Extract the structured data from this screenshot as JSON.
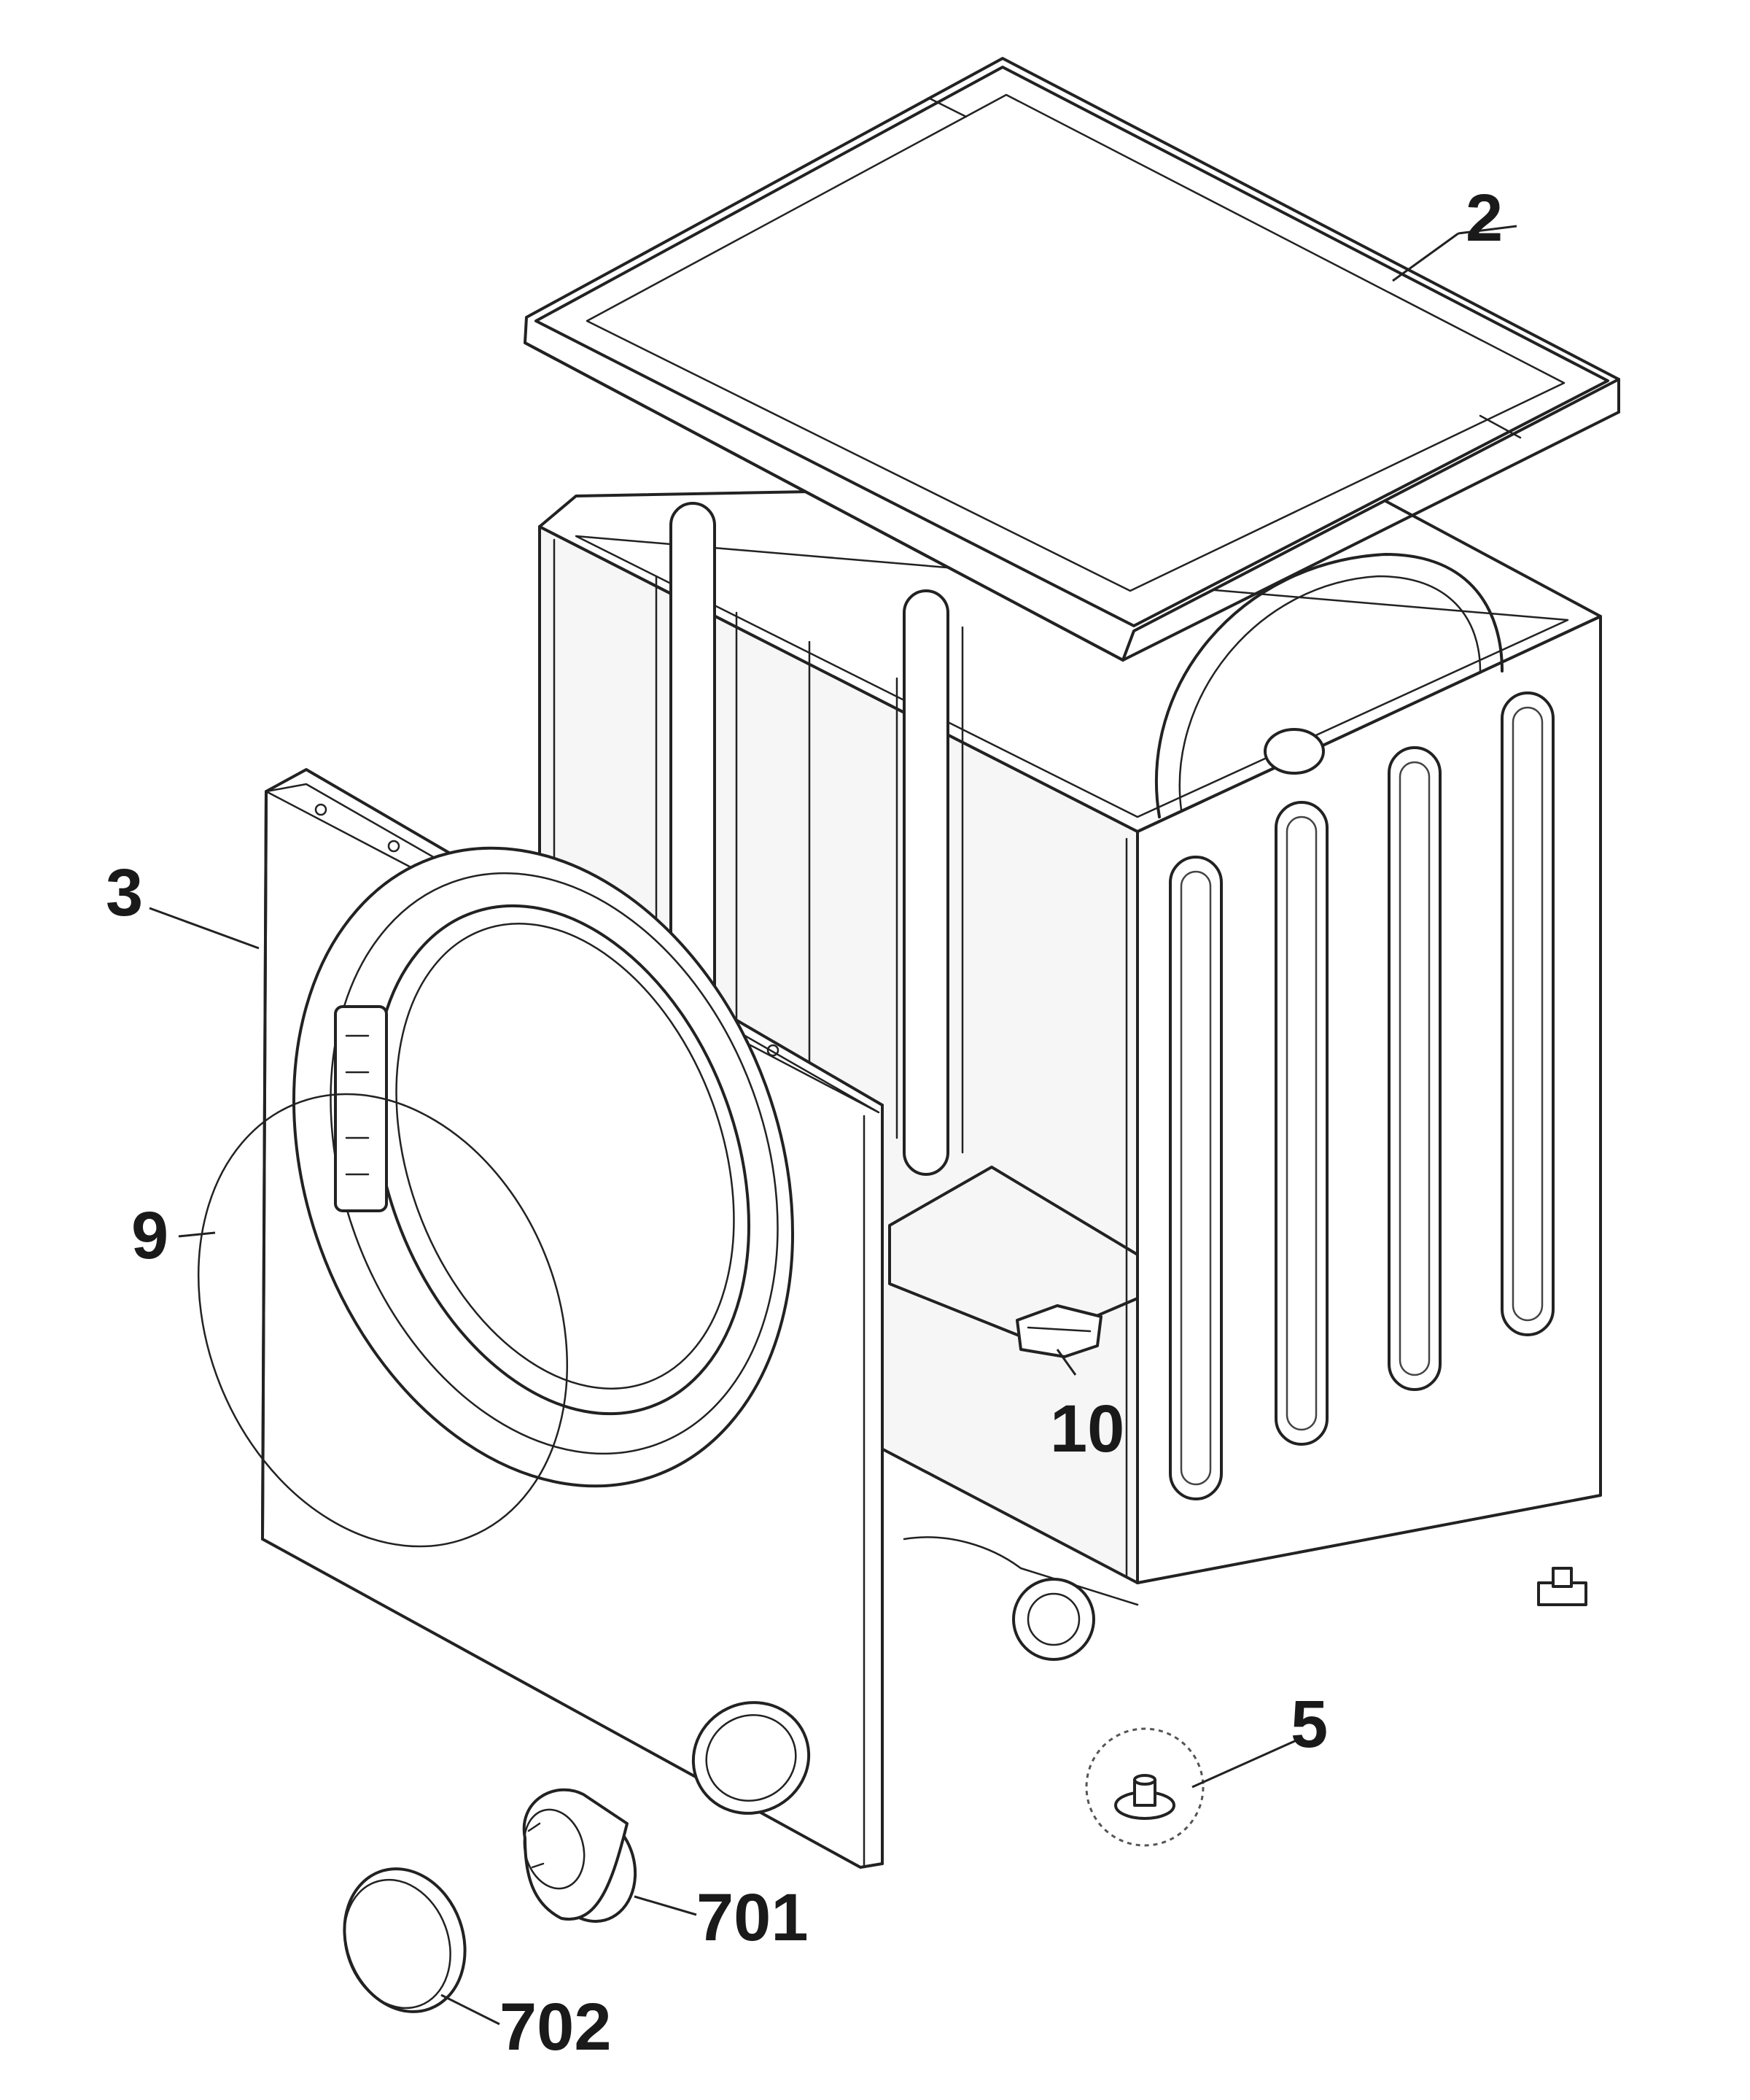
{
  "diagram": {
    "callouts": [
      {
        "id": "2",
        "label": "2",
        "part": "top-cover"
      },
      {
        "id": "3",
        "label": "3",
        "part": "front-panel"
      },
      {
        "id": "9",
        "label": "9",
        "part": "door-seal-region"
      },
      {
        "id": "10",
        "label": "10",
        "part": "internal-component"
      },
      {
        "id": "5",
        "label": "5",
        "part": "adjustable-foot"
      },
      {
        "id": "701",
        "label": "701",
        "part": "filter-housing"
      },
      {
        "id": "702",
        "label": "702",
        "part": "filter-cap"
      }
    ]
  }
}
